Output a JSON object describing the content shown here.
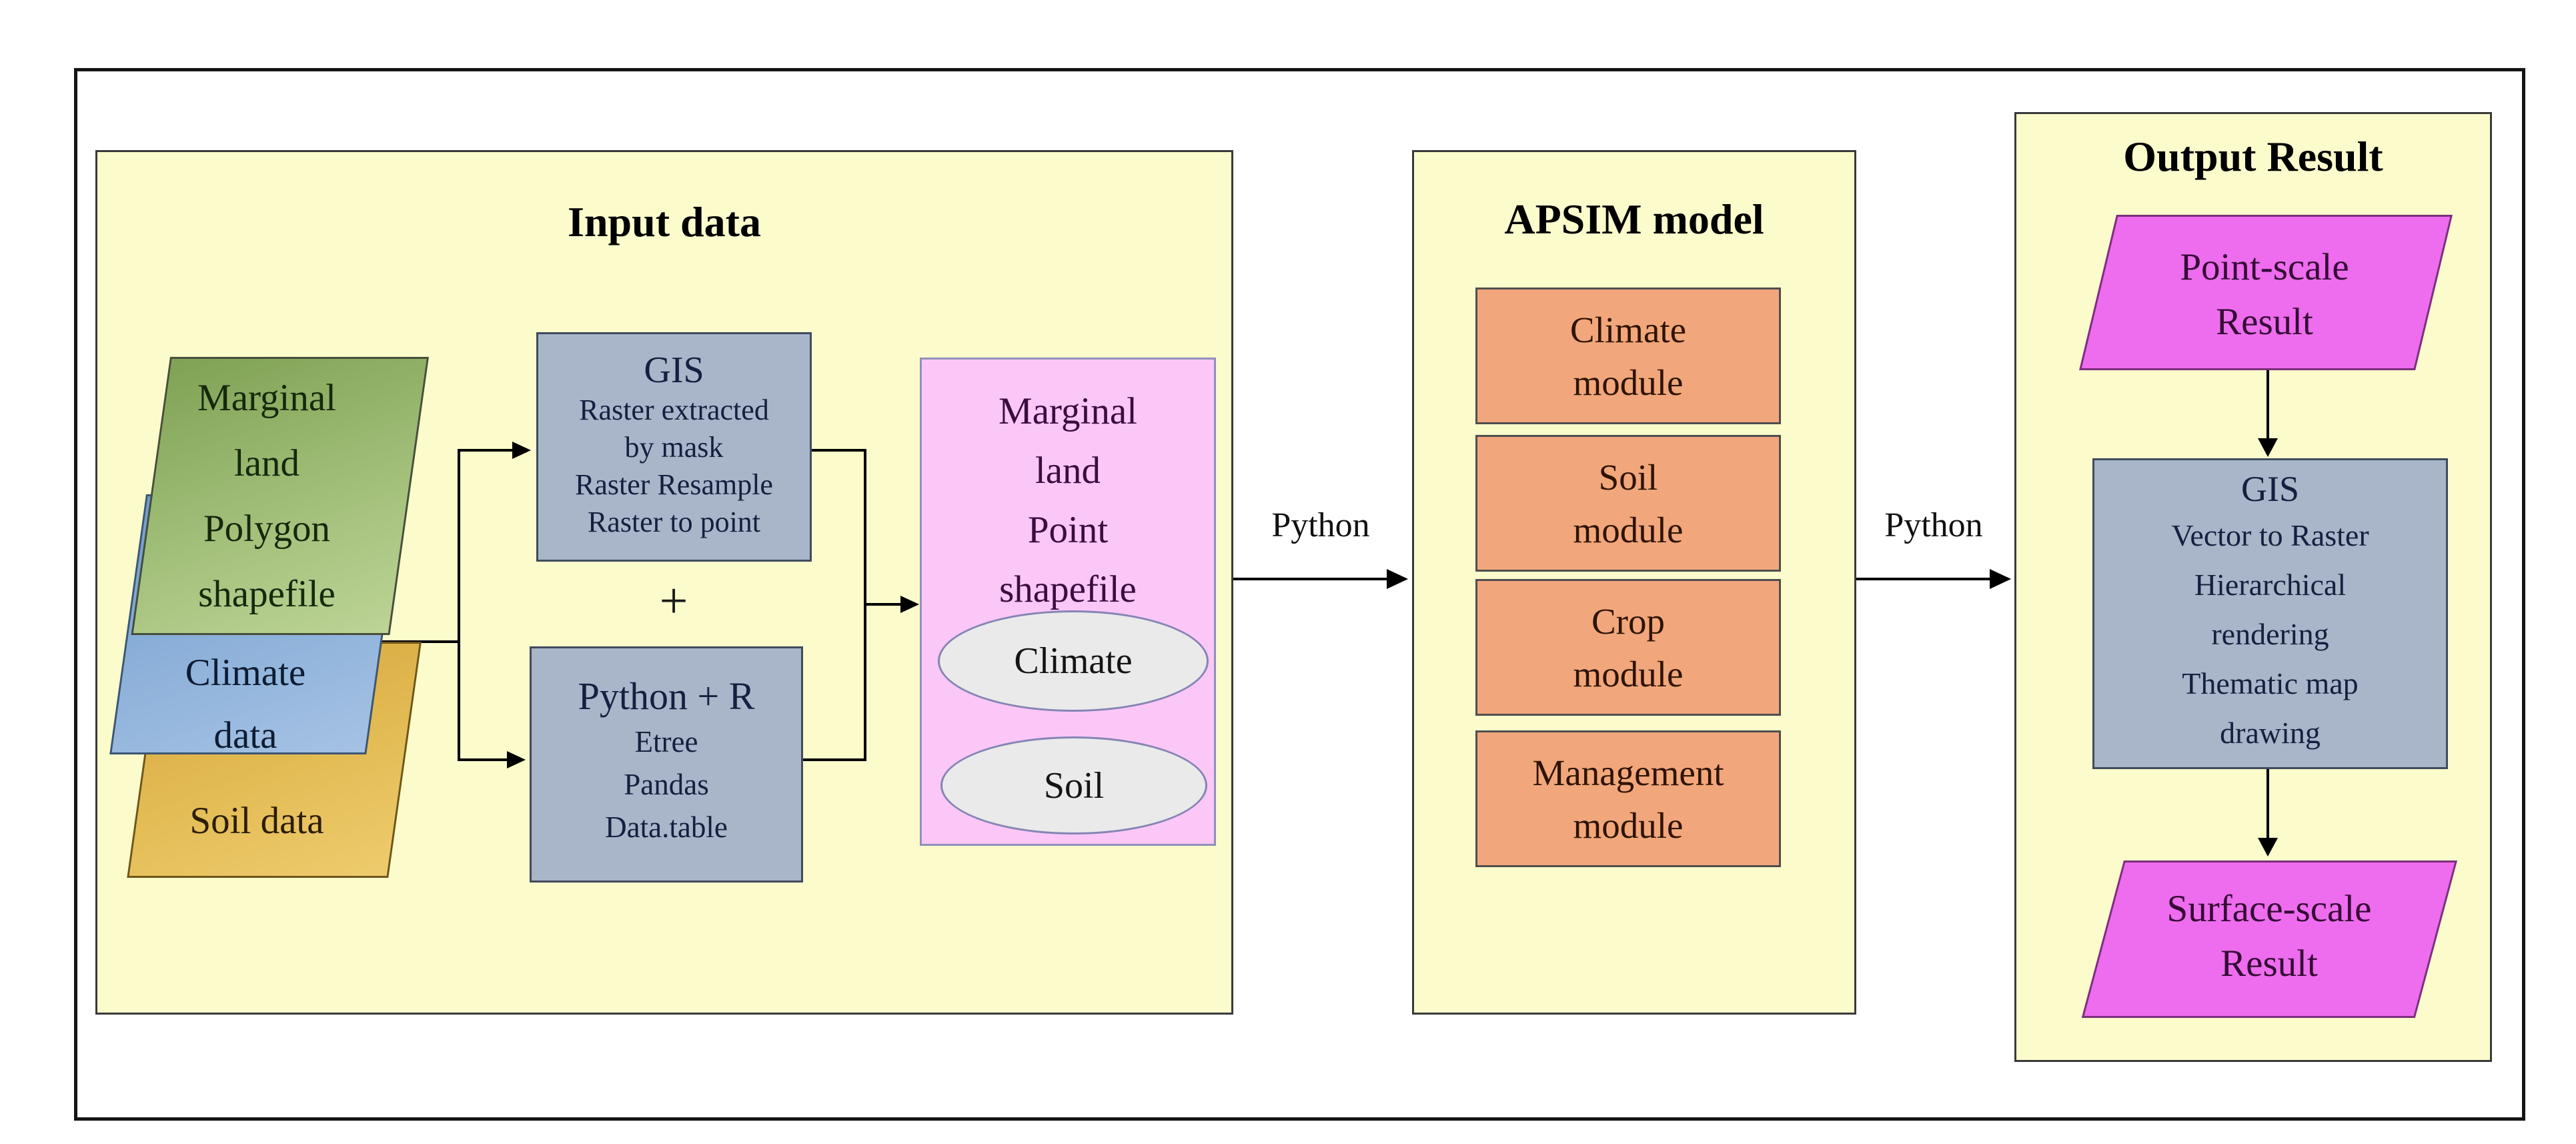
{
  "colors": {
    "page_background": "#ffffff",
    "section_background": "#fbfbcc",
    "gray_process_box": "#a9b5c8",
    "orange_module_box": "#f1a77b",
    "pink_container": "#fbc7f7",
    "magenta_parallelogram": "#ee6cee",
    "green_card": "#8fae62",
    "blue_card": "#84aad6",
    "gold_card": "#e2ba52",
    "ellipse_fill": "#eaeaea",
    "connector": "#000000"
  },
  "input": {
    "title": "Input data",
    "cards": {
      "marginal_polygon": "Marginal\nland\nPolygon\nshapefile",
      "climate": "Climate\ndata",
      "soil": "Soil  data"
    },
    "gis_box": {
      "title": "GIS",
      "lines": "Raster  extracted\nby mask\nRaster  Resample\nRaster  to point"
    },
    "plus_sign": "+",
    "python_r_box": {
      "title": "Python + R",
      "lines": "Etree\nPandas\nData.table"
    },
    "point_shapefile": {
      "label": "Marginal\nland\nPoint\nshapefile",
      "ellipse_climate": "Climate",
      "ellipse_soil": "Soil"
    }
  },
  "connectors": {
    "label_input_to_apsim": "Python",
    "label_apsim_to_output": "Python"
  },
  "apsim": {
    "title": "APSIM model",
    "modules": [
      "Climate\nmodule",
      "Soil\nmodule",
      "Crop\nmodule",
      "Management\nmodule"
    ]
  },
  "output": {
    "title": "Output Result",
    "point_scale_label": "Point-scale\nResult",
    "gis_box": {
      "title": "GIS",
      "lines": "Vector to Raster\nHierarchical\nrendering\nThematic  map\ndrawing"
    },
    "surface_scale_label": "Surface-scale\nResult"
  }
}
